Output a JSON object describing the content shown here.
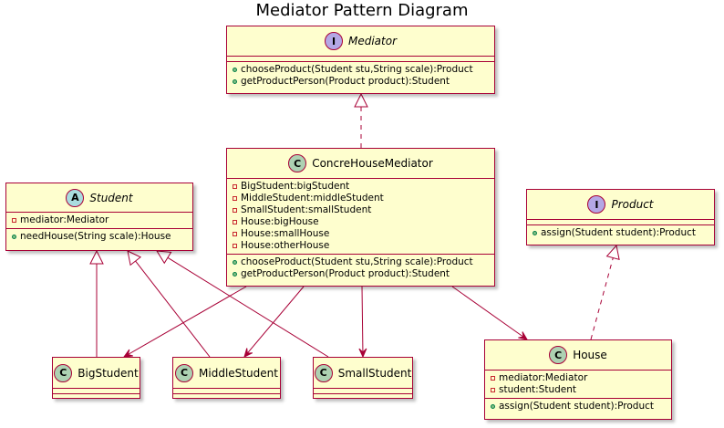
{
  "title": "Mediator Pattern Diagram",
  "colors": {
    "class_fill": "#FEFECE",
    "border": "#A80036",
    "badge_class": "#ADD1B2",
    "badge_interface": "#B4A7E5",
    "badge_abstract": "#A9DCDF",
    "public_marker": "#84BE84",
    "private_marker": "#C82930"
  },
  "classes": {
    "mediator": {
      "badge": "I",
      "name": "Mediator",
      "fields": [],
      "methods": [
        "chooseProduct(Student stu,String scale):Product",
        "getProductPerson(Product product):Student"
      ]
    },
    "concre_house_mediator": {
      "badge": "C",
      "name": "ConcreHouseMediator",
      "fields": [
        "BigStudent:bigStudent",
        "MiddleStudent:middleStudent",
        "SmallStudent:smallStudent",
        "House:bigHouse",
        "House:smallHouse",
        "House:otherHouse"
      ],
      "methods": [
        "chooseProduct(Student stu,String scale):Product",
        "getProductPerson(Product product):Student"
      ]
    },
    "student": {
      "badge": "A",
      "name": "Student",
      "fields": [
        "mediator:Mediator"
      ],
      "methods": [
        "needHouse(String scale):House"
      ]
    },
    "product": {
      "badge": "I",
      "name": "Product",
      "fields": [],
      "methods": [
        "assign(Student student):Product"
      ]
    },
    "big_student": {
      "badge": "C",
      "name": "BigStudent"
    },
    "middle_student": {
      "badge": "C",
      "name": "MiddleStudent"
    },
    "small_student": {
      "badge": "C",
      "name": "SmallStudent"
    },
    "house": {
      "badge": "C",
      "name": "House",
      "fields": [
        "mediator:Mediator",
        "student:Student"
      ],
      "methods": [
        "assign(Student student):Product"
      ]
    }
  }
}
